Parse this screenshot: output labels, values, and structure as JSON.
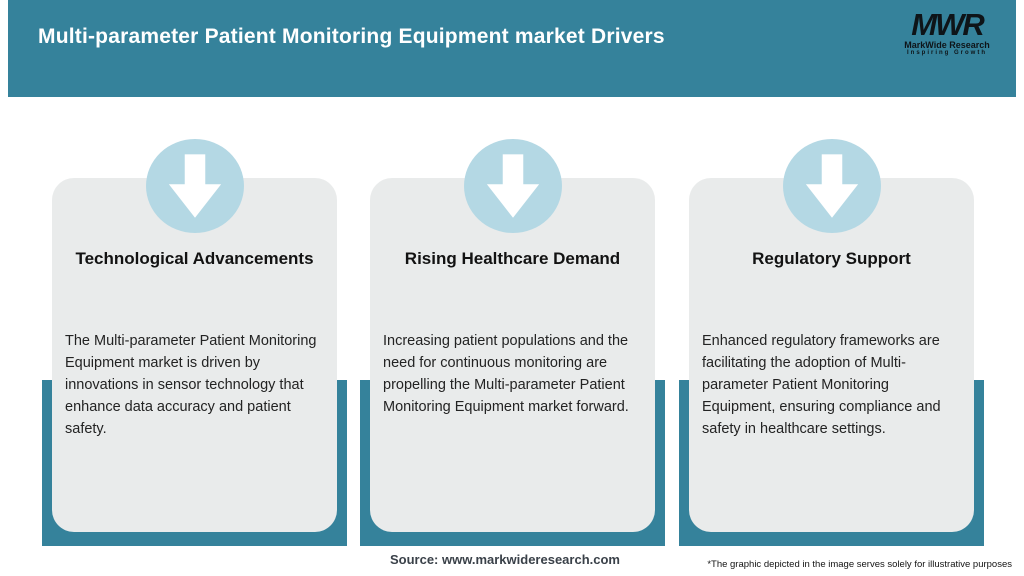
{
  "header": {
    "title": "Multi-parameter Patient Monitoring Equipment market Drivers",
    "logo": {
      "acronym": "MWR",
      "name": "MarkWide Research",
      "tagline": "Inspiring Growth"
    }
  },
  "cards": [
    {
      "icon": "down-arrow-icon",
      "title": "Technological Advancements",
      "body": "The Multi-parameter Patient Monitoring Equipment market is driven by innovations in sensor technology that enhance data accuracy and patient safety."
    },
    {
      "icon": "down-arrow-icon",
      "title": "Rising Healthcare Demand",
      "body": "Increasing patient populations and the need for continuous monitoring are propelling the Multi-parameter Patient Monitoring Equipment market forward."
    },
    {
      "icon": "down-arrow-icon",
      "title": "Regulatory Support",
      "body": "Enhanced regulatory frameworks are facilitating the adoption of Multi-parameter Patient Monitoring Equipment, ensuring compliance and safety in healthcare settings."
    }
  ],
  "footer": {
    "source": "Source: www.markwideresearch.com",
    "disclaimer": "*The graphic depicted in the image serves solely for illustrative purposes"
  },
  "colors": {
    "teal": "#35829B",
    "circle_blue": "#B4D8E4",
    "card_gray": "#E9EBEB",
    "logo_black": "#0E1418"
  }
}
